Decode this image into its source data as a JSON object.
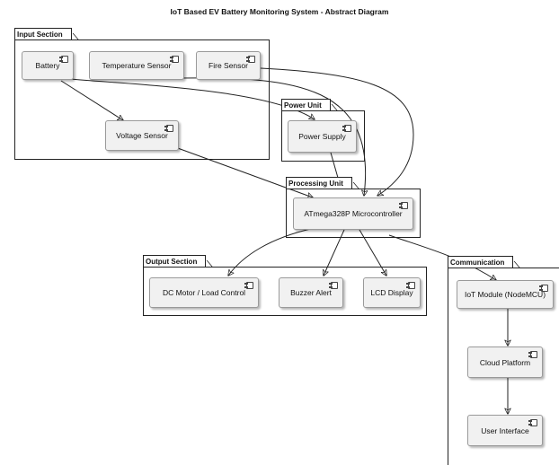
{
  "title": "IoT Based EV Battery Monitoring System - Abstract Diagram",
  "groups": {
    "input": "Input Section",
    "power": "Power Unit",
    "processing": "Processing Unit",
    "output": "Output Section",
    "communication": "Communication"
  },
  "components": {
    "battery": "Battery",
    "temperature_sensor": "Temperature Sensor",
    "fire_sensor": "Fire Sensor",
    "voltage_sensor": "Voltage Sensor",
    "power_supply": "Power Supply",
    "microcontroller": "ATmega328P Microcontroller",
    "dc_motor": "DC Motor / Load Control",
    "buzzer": "Buzzer Alert",
    "lcd": "LCD Display",
    "iot_module": "IoT Module (NodeMCU)",
    "cloud": "Cloud Platform",
    "ui": "User Interface"
  }
}
